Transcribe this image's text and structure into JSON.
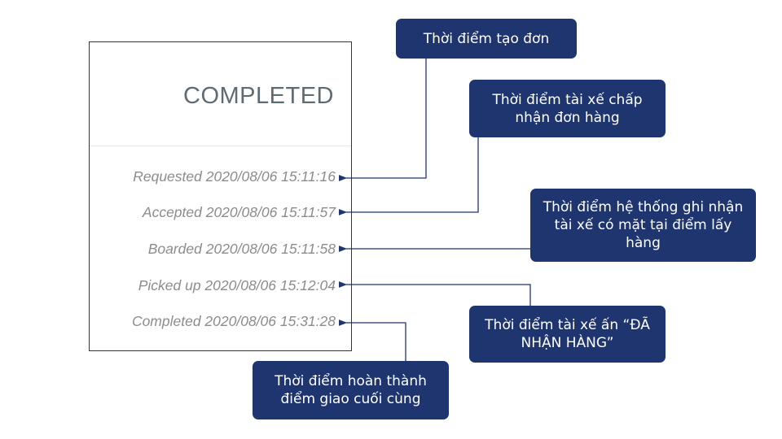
{
  "card": {
    "status": "COMPLETED",
    "timestamps": [
      {
        "label": "Requested 2020/08/06 15:11:16"
      },
      {
        "label": "Accepted 2020/08/06 15:11:57"
      },
      {
        "label": "Boarded 2020/08/06 15:11:58"
      },
      {
        "label": "Picked up 2020/08/06 15:12:04"
      },
      {
        "label": "Completed 2020/08/06 15:31:28"
      }
    ]
  },
  "callouts": [
    {
      "text": "Thời điểm tạo đơn"
    },
    {
      "text": "Thời điểm tài xế chấp nhận đơn hàng"
    },
    {
      "text": "Thời điểm hệ thống ghi nhận tài xế có mặt tại điểm lấy hàng"
    },
    {
      "text": "Thời điểm tài xế ấn “ĐÃ NHẬN HÀNG”"
    },
    {
      "text": "Thời điểm hoàn thành điểm giao cuối cùng"
    }
  ],
  "colors": {
    "callout_bg": "#1f3570",
    "timestamp_text": "#8c8c8c",
    "status_text": "#5f6b73"
  }
}
